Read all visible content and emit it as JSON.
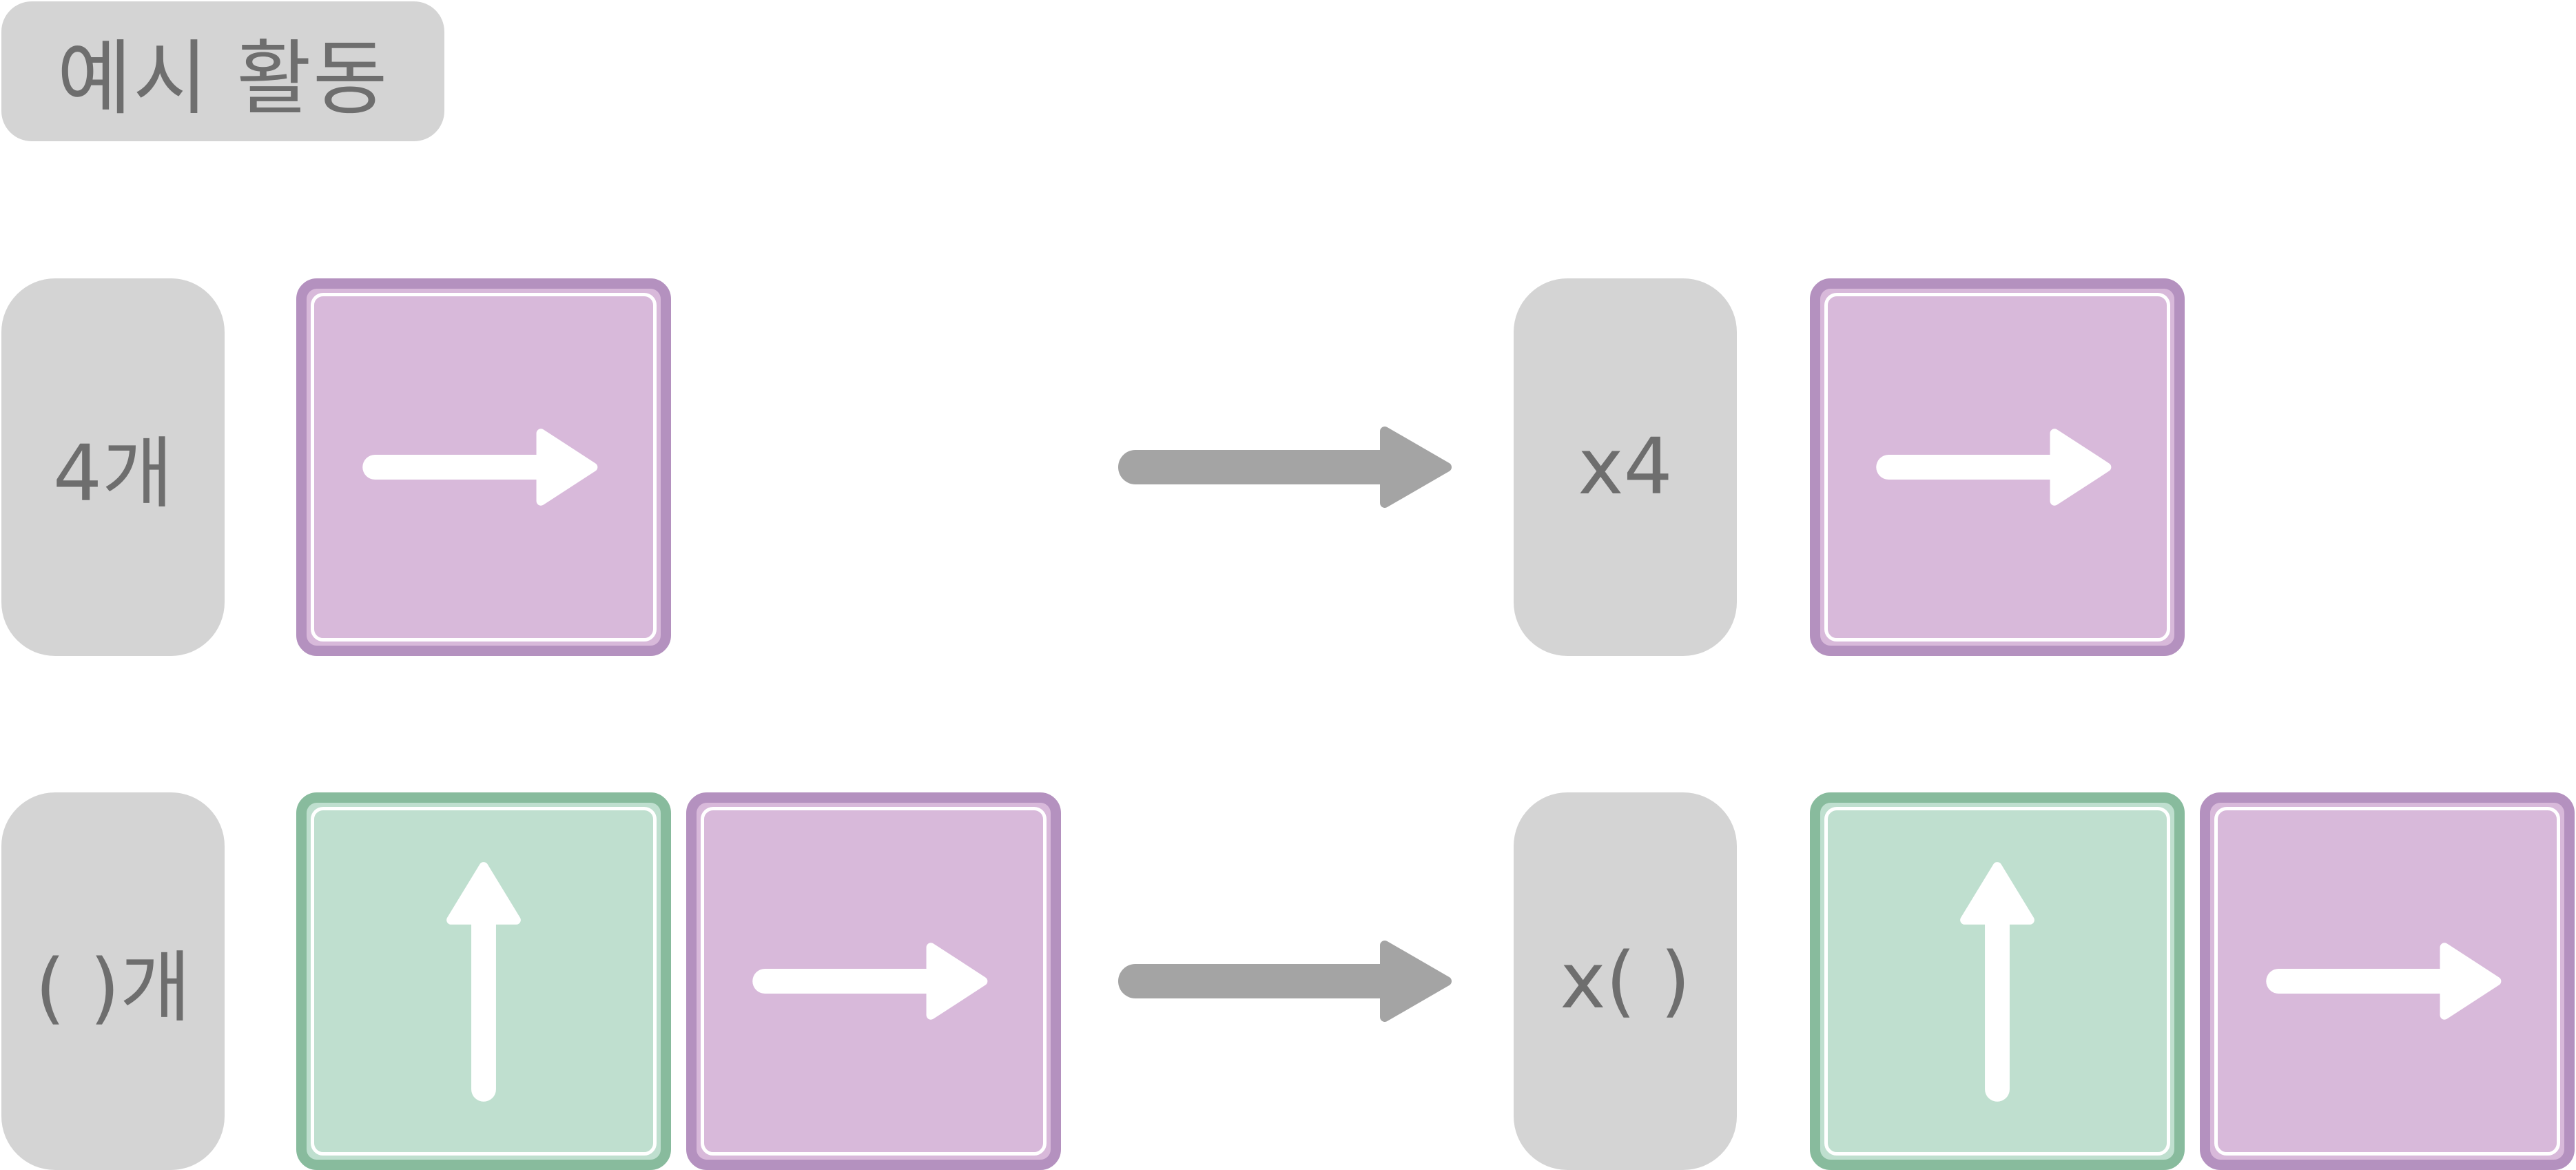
{
  "title": "예시 활동",
  "colors": {
    "pill_bg": "#d4d4d4",
    "pill_text": "#6e6e6e",
    "purple_fill": "#d8b9da",
    "purple_border": "#b491bf",
    "green_fill": "#bfdfcf",
    "green_border": "#88bb9d",
    "connector": "#a4a4a4",
    "arrow_glyph": "#ffffff"
  },
  "rows": [
    {
      "count_label": "4개",
      "multiplier_label": "x4",
      "left_tiles": [
        {
          "color": "purple",
          "arrow": "right-arrow-icon"
        }
      ],
      "right_tiles": [
        {
          "color": "purple",
          "arrow": "right-arrow-icon"
        }
      ]
    },
    {
      "count_label": "(  )개",
      "multiplier_label": "x(  )",
      "left_tiles": [
        {
          "color": "green",
          "arrow": "up-arrow-icon"
        },
        {
          "color": "purple",
          "arrow": "right-arrow-icon"
        }
      ],
      "right_tiles": [
        {
          "color": "green",
          "arrow": "up-arrow-icon"
        },
        {
          "color": "purple",
          "arrow": "right-arrow-icon"
        }
      ]
    }
  ]
}
